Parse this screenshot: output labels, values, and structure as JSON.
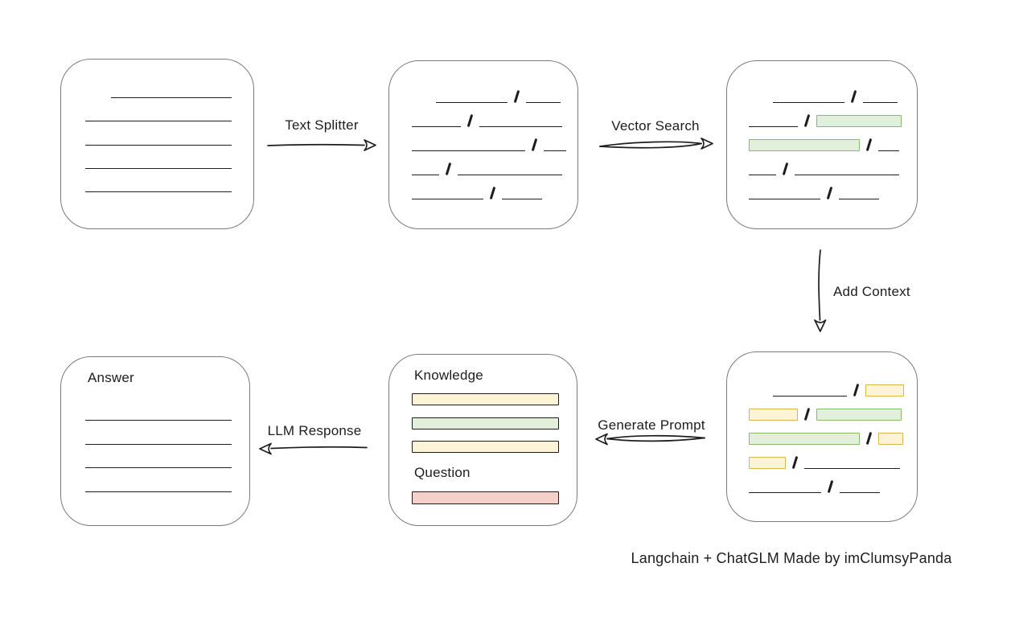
{
  "colors": {
    "ink": "#1d1d1d",
    "box_border": "#7b7b7b",
    "green_fill": "#e2efdb",
    "green_border": "#86b969",
    "yellow_fill": "#fdf3d6",
    "yellow_border": "#d9b54e",
    "red_fill": "#f5cfc9",
    "red_border": "#b9544b",
    "background": "#ffffff"
  },
  "labels": {
    "text_splitter": "Text Splitter",
    "vector_search": "Vector Search",
    "add_context": "Add Context",
    "generate_prompt": "Generate Prompt",
    "llm_response": "LLM Response",
    "caption": "Langchain + ChatGLM Made by imClumsyPanda"
  },
  "boxes": {
    "document": {
      "lines": [
        {
          "indent": 32,
          "w": 150
        },
        {
          "indent": 0,
          "w": 182
        },
        {
          "indent": 0,
          "w": 182
        },
        {
          "indent": 0,
          "w": 182
        },
        {
          "indent": 0,
          "w": 182
        }
      ]
    },
    "chunks": {
      "rows": [
        [
          {
            "k": "line",
            "w": 89,
            "indent": 30
          },
          {
            "k": "slash"
          },
          {
            "k": "line",
            "w": 43
          }
        ],
        [
          {
            "k": "line",
            "w": 61
          },
          {
            "k": "slash"
          },
          {
            "k": "line",
            "w": 103
          }
        ],
        [
          {
            "k": "line",
            "w": 141
          },
          {
            "k": "slash"
          },
          {
            "k": "line",
            "w": 28
          }
        ],
        [
          {
            "k": "line",
            "w": 34
          },
          {
            "k": "slash"
          },
          {
            "k": "line",
            "w": 130
          }
        ],
        [
          {
            "k": "line",
            "w": 89
          },
          {
            "k": "slash"
          },
          {
            "k": "line",
            "w": 50
          }
        ]
      ]
    },
    "vector_results": {
      "rows": [
        [
          {
            "k": "line",
            "w": 89,
            "indent": 30
          },
          {
            "k": "slash"
          },
          {
            "k": "line",
            "w": 43
          }
        ],
        [
          {
            "k": "line",
            "w": 61
          },
          {
            "k": "slash"
          },
          {
            "k": "bar",
            "c": "green",
            "w": 106
          }
        ],
        [
          {
            "k": "bar",
            "c": "green",
            "w": 138
          },
          {
            "k": "slash"
          },
          {
            "k": "line",
            "w": 26
          }
        ],
        [
          {
            "k": "line",
            "w": 34
          },
          {
            "k": "slash"
          },
          {
            "k": "line",
            "w": 130
          }
        ],
        [
          {
            "k": "line",
            "w": 89
          },
          {
            "k": "slash"
          },
          {
            "k": "line",
            "w": 50
          }
        ]
      ]
    },
    "context": {
      "rows": [
        [
          {
            "k": "line",
            "w": 92,
            "indent": 30
          },
          {
            "k": "slash"
          },
          {
            "k": "bar",
            "c": "yellow",
            "w": 48
          }
        ],
        [
          {
            "k": "bar",
            "c": "yellow",
            "w": 61
          },
          {
            "k": "slash"
          },
          {
            "k": "bar",
            "c": "green",
            "w": 106
          }
        ],
        [
          {
            "k": "bar",
            "c": "green",
            "w": 138
          },
          {
            "k": "slash"
          },
          {
            "k": "bar",
            "c": "yellow",
            "w": 31
          }
        ],
        [
          {
            "k": "bar",
            "c": "yellow",
            "w": 46
          },
          {
            "k": "slash"
          },
          {
            "k": "line",
            "w": 119
          }
        ],
        [
          {
            "k": "line",
            "w": 90
          },
          {
            "k": "slash"
          },
          {
            "k": "line",
            "w": 50
          }
        ]
      ]
    },
    "prompt": {
      "knowledge_label": "Knowledge",
      "question_label": "Question",
      "knowledge_bars": [
        "yellow",
        "green",
        "yellow"
      ],
      "question_bars": [
        "red"
      ]
    },
    "answer": {
      "label": "Answer",
      "lines": [
        {
          "indent": 0,
          "w": 182
        },
        {
          "indent": 0,
          "w": 182
        },
        {
          "indent": 0,
          "w": 182
        },
        {
          "indent": 0,
          "w": 182
        }
      ]
    }
  }
}
